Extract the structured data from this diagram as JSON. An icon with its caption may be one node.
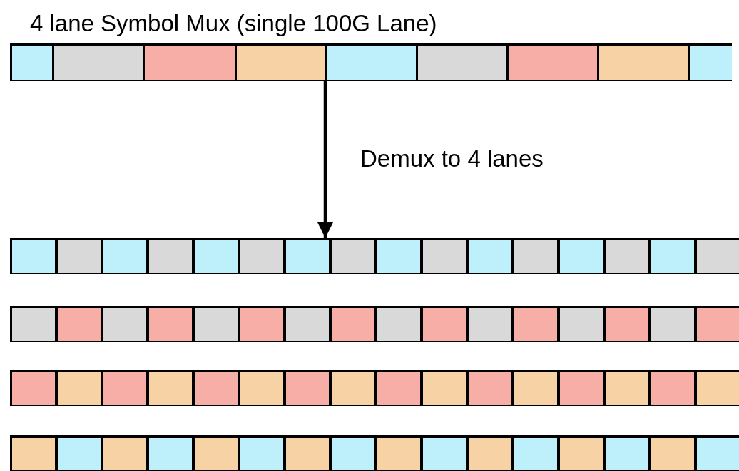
{
  "diagram": {
    "title": "4 lane Symbol Mux (single 100G Lane)",
    "nodes": [
      {
        "text": [],
        "shape": "bar"
      },
      {
        "text": [],
        "shape": "bar"
      },
      {
        "text": [],
        "shape": "bar"
      },
      {
        "text": [],
        "shape": "bar"
      },
      {
        "text": [],
        "shape": "bar"
      }
    ],
    "edges": [
      {
        "from": 0,
        "to": 1,
        "arrow": "to",
        "label": "Demux to 4 lanes"
      }
    ]
  }
}
